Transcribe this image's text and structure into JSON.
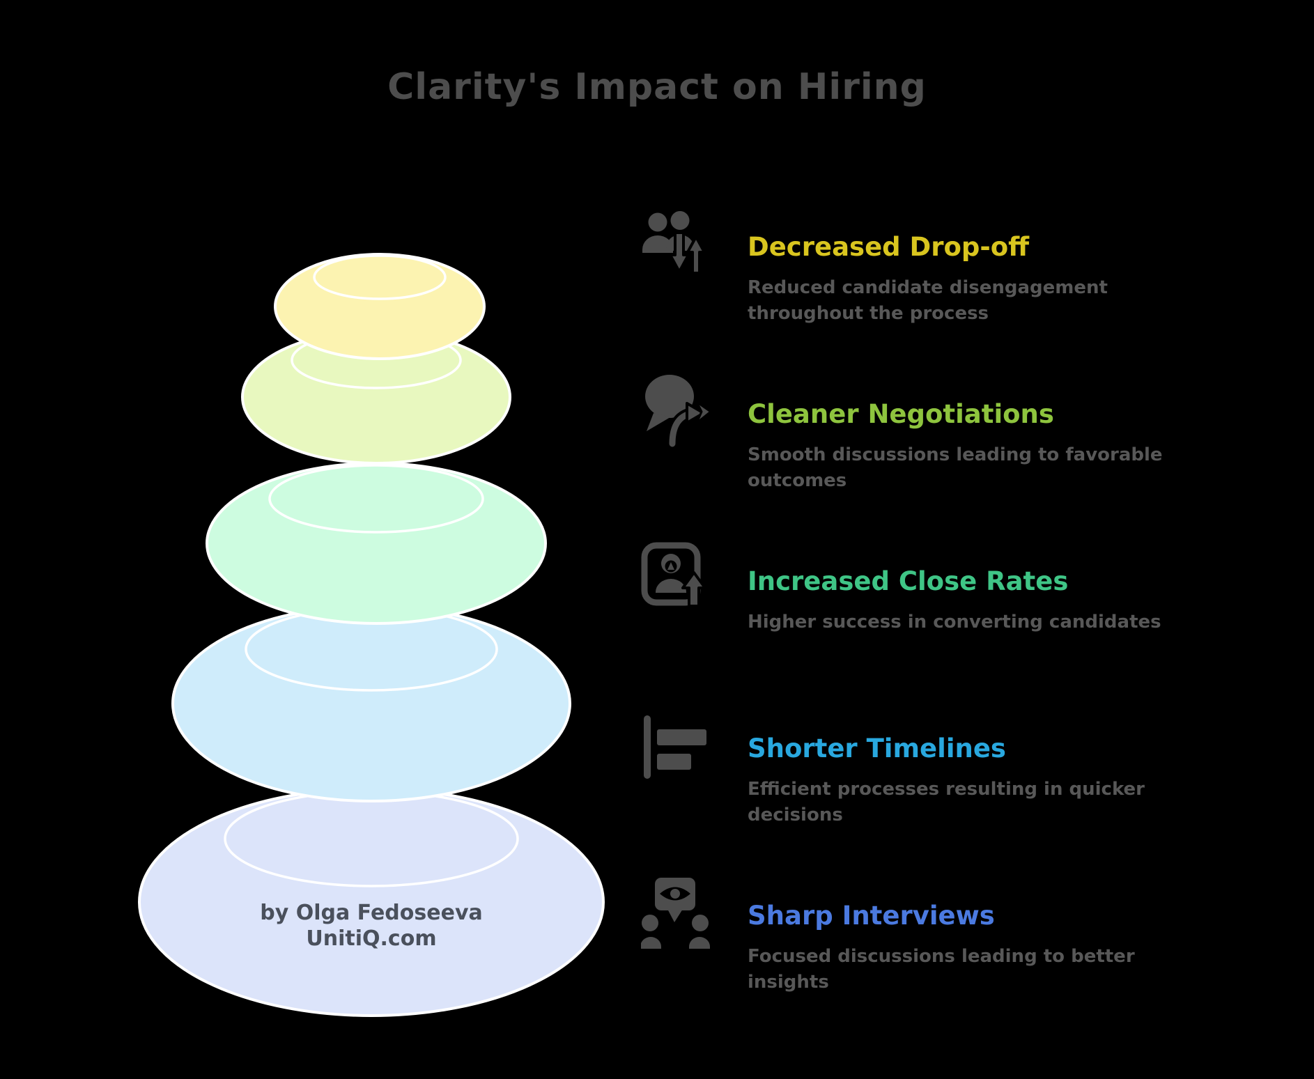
{
  "page": {
    "title": "Clarity's Impact on Hiring",
    "title_color": "#4d4d4d",
    "background_color": "#000000"
  },
  "credit": {
    "line1": "by Olga Fedoseeva",
    "line2": "UnitiQ.com",
    "color": "#4a505c"
  },
  "stones": [
    {
      "name": "top-stone",
      "color": "#fcf3b1"
    },
    {
      "name": "second-stone",
      "color": "#e8f8bf"
    },
    {
      "name": "third-stone",
      "color": "#cdfce0"
    },
    {
      "name": "fourth-stone",
      "color": "#cfecfb"
    },
    {
      "name": "bottom-stone",
      "color": "#dce4fa"
    }
  ],
  "items": [
    {
      "title": "Decreased Drop-off",
      "color": "#d9c51f",
      "description": "Reduced candidate disengagement\nthroughout the process",
      "icon": "people-up-down-arrows-icon"
    },
    {
      "title": "Cleaner Negotiations",
      "color": "#8ec43e",
      "description": "Smooth discussions leading to favorable\noutcomes",
      "icon": "speech-bubble-arrow-icon"
    },
    {
      "title": "Increased Close Rates",
      "color": "#3fc586",
      "description": "Higher success in converting candidates",
      "icon": "profile-frame-up-arrow-icon"
    },
    {
      "title": "Shorter Timelines",
      "color": "#29a8df",
      "description": "Efficient processes resulting in quicker\ndecisions",
      "icon": "timeline-bars-icon"
    },
    {
      "title": "Sharp Interviews",
      "color": "#4b7ae0",
      "description": "Focused discussions leading to better\ninsights",
      "icon": "interview-screen-people-icon"
    }
  ]
}
